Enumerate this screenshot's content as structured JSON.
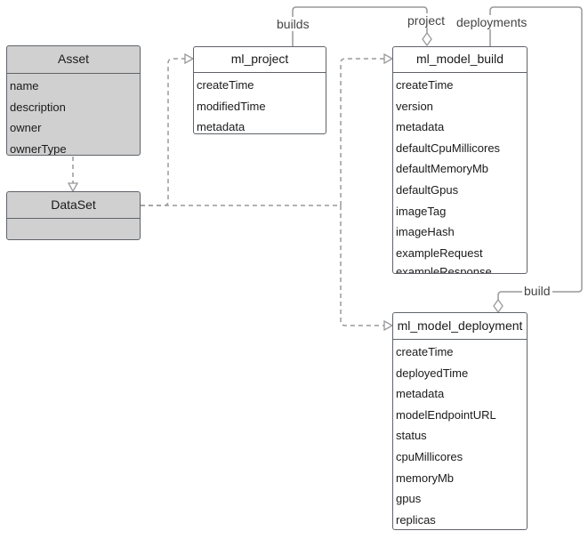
{
  "classes": {
    "asset": {
      "title": "Asset",
      "attributes": [
        "name",
        "description",
        "owner",
        "ownerType"
      ]
    },
    "dataset": {
      "title": "DataSet",
      "attributes": []
    },
    "ml_project": {
      "title": "ml_project",
      "attributes": [
        "createTime",
        "modifiedTime",
        "metadata"
      ]
    },
    "ml_model_build": {
      "title": "ml_model_build",
      "attributes": [
        "createTime",
        "version",
        "metadata",
        "defaultCpuMillicores",
        "defaultMemoryMb",
        "defaultGpus",
        "imageTag",
        "imageHash",
        "exampleRequest",
        "exampleResponse"
      ]
    },
    "ml_model_deployment": {
      "title": "ml_model_deployment",
      "attributes": [
        "createTime",
        "deployedTime",
        "metadata",
        "modelEndpointURL",
        "status",
        "cpuMillicores",
        "memoryMb",
        "gpus",
        "replicas"
      ]
    }
  },
  "edge_labels": {
    "builds": "builds",
    "project": "project",
    "deployments": "deployments",
    "build": "build"
  }
}
